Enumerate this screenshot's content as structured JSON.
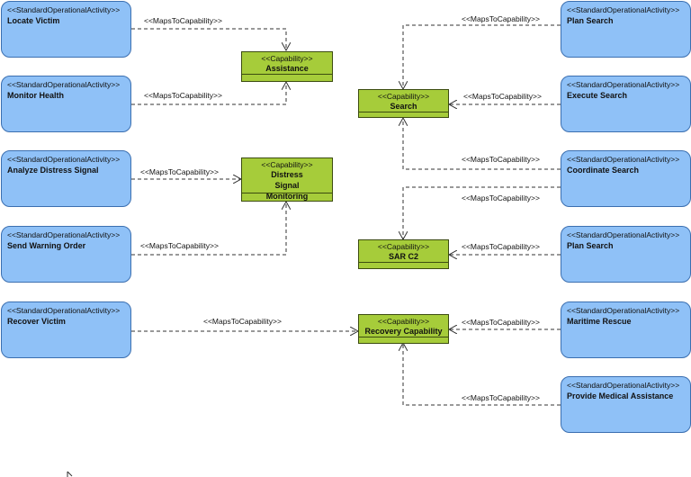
{
  "activities": [
    {
      "stereotype": "<<StandardOperationalActivity>>",
      "name": "Locate Victim"
    },
    {
      "stereotype": "<<StandardOperationalActivity>>",
      "name": "Monitor Health"
    },
    {
      "stereotype": "<<StandardOperationalActivity>>",
      "name": "Analyze Distress Signal"
    },
    {
      "stereotype": "<<StandardOperationalActivity>>",
      "name": "Send Warning Order"
    },
    {
      "stereotype": "<<StandardOperationalActivity>>",
      "name": "Recover Victim"
    },
    {
      "stereotype": "<<StandardOperationalActivity>>",
      "name": "Plan Search"
    },
    {
      "stereotype": "<<StandardOperationalActivity>>",
      "name": "Execute Search"
    },
    {
      "stereotype": "<<StandardOperationalActivity>>",
      "name": "Coordinate Search"
    },
    {
      "stereotype": "<<StandardOperationalActivity>>",
      "name": "Plan Search"
    },
    {
      "stereotype": "<<StandardOperationalActivity>>",
      "name": "Maritime Rescue"
    },
    {
      "stereotype": "<<StandardOperationalActivity>>",
      "name": "Provide Medical Assistance"
    }
  ],
  "capabilities": [
    {
      "stereotype": "<<Capability>>",
      "name": "Assistance"
    },
    {
      "stereotype": "<<Capability>>",
      "name": "Distress Signal Monitoring"
    },
    {
      "stereotype": "<<Capability>>",
      "name": "Search"
    },
    {
      "stereotype": "<<Capability>>",
      "name": "SAR C2"
    },
    {
      "stereotype": "<<Capability>>",
      "name": "Recovery Capability"
    }
  ],
  "connectors": [
    {
      "label": "<<MapsToCapability>>",
      "from": "Locate Victim",
      "to": "Assistance"
    },
    {
      "label": "<<MapsToCapability>>",
      "from": "Monitor Health",
      "to": "Assistance"
    },
    {
      "label": "<<MapsToCapability>>",
      "from": "Analyze Distress Signal",
      "to": "Distress Signal Monitoring"
    },
    {
      "label": "<<MapsToCapability>>",
      "from": "Send Warning Order",
      "to": "Distress Signal Monitoring"
    },
    {
      "label": "<<MapsToCapability>>",
      "from": "Recover Victim",
      "to": "Recovery Capability"
    },
    {
      "label": "<<MapsToCapability>>",
      "from": "Plan Search",
      "to": "Search"
    },
    {
      "label": "<<MapsToCapability>>",
      "from": "Execute Search",
      "to": "Search"
    },
    {
      "label": "<<MapsToCapability>>",
      "from": "Coordinate Search",
      "to": "Search"
    },
    {
      "label": "<<MapsToCapability>>",
      "from": "Coordinate Search",
      "to": "SAR C2"
    },
    {
      "label": "<<MapsToCapability>>",
      "from": "Plan Search",
      "to": "SAR C2"
    },
    {
      "label": "<<MapsToCapability>>",
      "from": "Maritime Rescue",
      "to": "Recovery Capability"
    },
    {
      "label": "<<MapsToCapability>>",
      "from": "Provide Medical Assistance",
      "to": "Recovery Capability"
    }
  ],
  "colors": {
    "activity_fill": "#8fc1f7",
    "activity_border": "#3b6fb0",
    "capability_fill": "#a6cc3a",
    "capability_border": "#3c4c10",
    "line": "#333333"
  }
}
